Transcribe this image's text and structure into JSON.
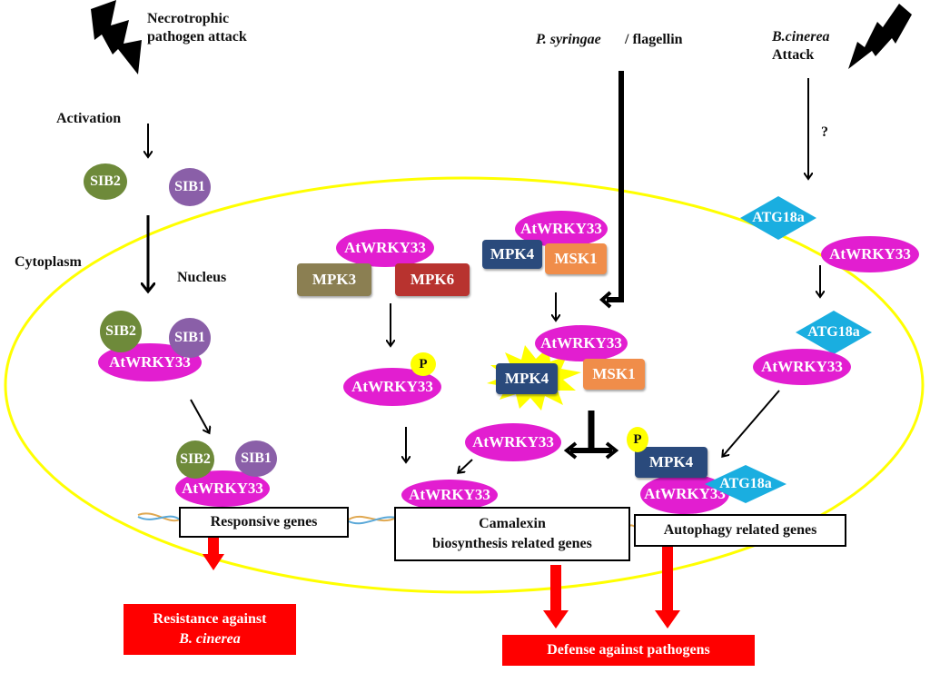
{
  "labels": {
    "necrotrophic_line1": "Necrotrophic",
    "necrotrophic_line2": "pathogen attack",
    "activation": "Activation",
    "cytoplasm": "Cytoplasm",
    "nucleus": "Nucleus",
    "psyringae": "P. syringae",
    "flagellin": "/ flagellin",
    "bcinerea": "B.cinerea",
    "attack": "Attack",
    "question": "?"
  },
  "proteins": {
    "wrky": "AtWRKY33",
    "sib1": "SIB1",
    "sib2": "SIB2",
    "mpk3": "MPK3",
    "mpk4": "MPK4",
    "mpk6": "MPK6",
    "msk1": "MSK1",
    "atg18a": "ATG18a",
    "phospho": "P"
  },
  "genes": {
    "responsive": "Responsive genes",
    "camalexin_line1": "Camalexin",
    "camalexin_line2": "biosynthesis related genes",
    "autophagy": "Autophagy related genes"
  },
  "outcomes": {
    "resistance_line1": "Resistance against",
    "resistance_line2": "B. cinerea",
    "defense": "Defense against pathogens"
  },
  "colors": {
    "wrky": "#e21ed0",
    "sib1": "#8a5fa8",
    "sib2": "#6e8a3a",
    "mpk3": "#8b7f52",
    "mpk4": "#2a4a7c",
    "mpk6": "#b8332f",
    "msk1": "#f08d4a",
    "atg18a": "#1aaee0",
    "nucleus_border": "#ffff00",
    "outcome": "#ff0000"
  }
}
